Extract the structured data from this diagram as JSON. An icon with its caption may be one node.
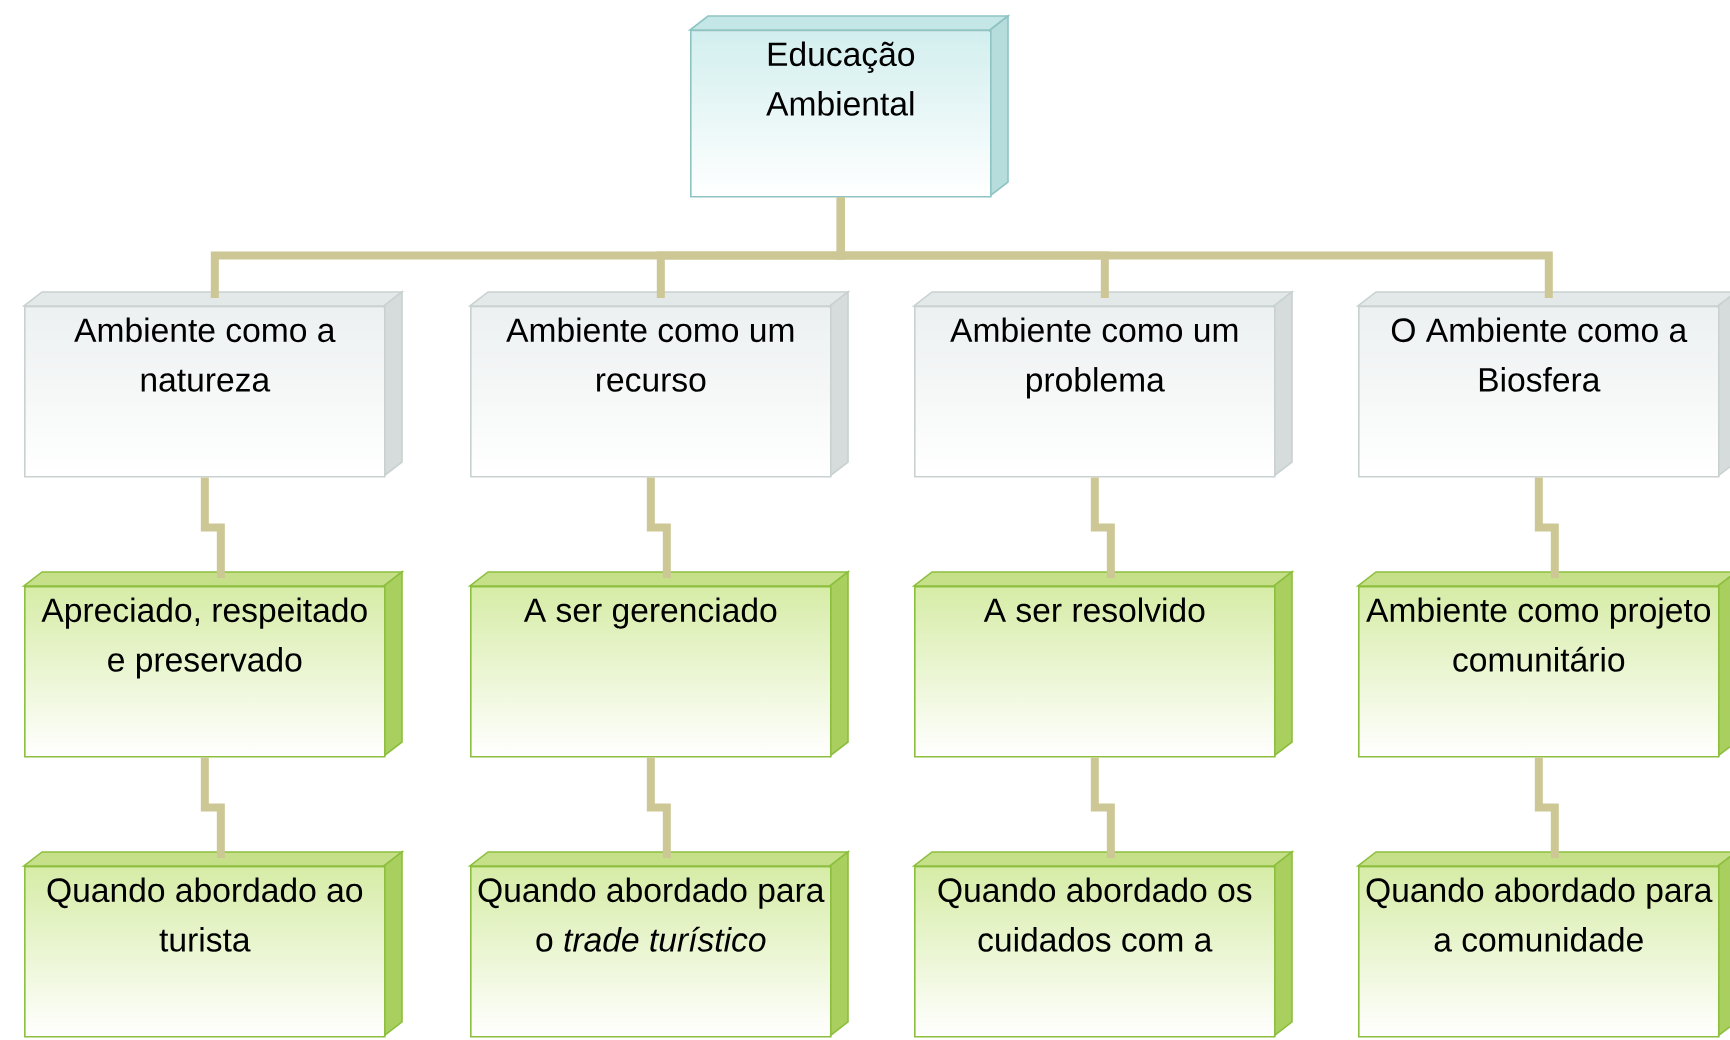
{
  "diagram": {
    "nodes": [
      {
        "text": [
          "Educação Ambiental"
        ]
      },
      {
        "text": [
          "Ambiente como a natureza"
        ]
      },
      {
        "text": [
          "Ambiente como um recurso"
        ]
      },
      {
        "text": [
          "Ambiente como um problema"
        ]
      },
      {
        "text": [
          "O Ambiente como a Biosfera"
        ]
      },
      {
        "text": [
          "Apreciado, respeitado e preservado"
        ]
      },
      {
        "text": [
          "A ser gerenciado"
        ]
      },
      {
        "text": [
          "A ser resolvido"
        ]
      },
      {
        "text": [
          "Ambiente como projeto comunitário"
        ]
      },
      {
        "text": [
          "Quando abordado ao turista"
        ]
      },
      {
        "text": [
          "Quando abordado para o *trade turístico*"
        ]
      },
      {
        "text": [
          "Quando abordado os cuidados com a"
        ]
      },
      {
        "text": [
          "Quando abordado para a comunidade"
        ]
      }
    ],
    "edges": [
      {
        "from": 0,
        "to": 1,
        "arrow": "none"
      },
      {
        "from": 0,
        "to": 2,
        "arrow": "none"
      },
      {
        "from": 0,
        "to": 3,
        "arrow": "none"
      },
      {
        "from": 0,
        "to": 4,
        "arrow": "none"
      },
      {
        "from": 1,
        "to": 5,
        "arrow": "none"
      },
      {
        "from": 2,
        "to": 6,
        "arrow": "none"
      },
      {
        "from": 3,
        "to": 7,
        "arrow": "none"
      },
      {
        "from": 4,
        "to": 8,
        "arrow": "none"
      },
      {
        "from": 5,
        "to": 9,
        "arrow": "none"
      },
      {
        "from": 6,
        "to": 10,
        "arrow": "none"
      },
      {
        "from": 7,
        "to": 11,
        "arrow": "none"
      },
      {
        "from": 8,
        "to": 12,
        "arrow": "none"
      }
    ]
  }
}
